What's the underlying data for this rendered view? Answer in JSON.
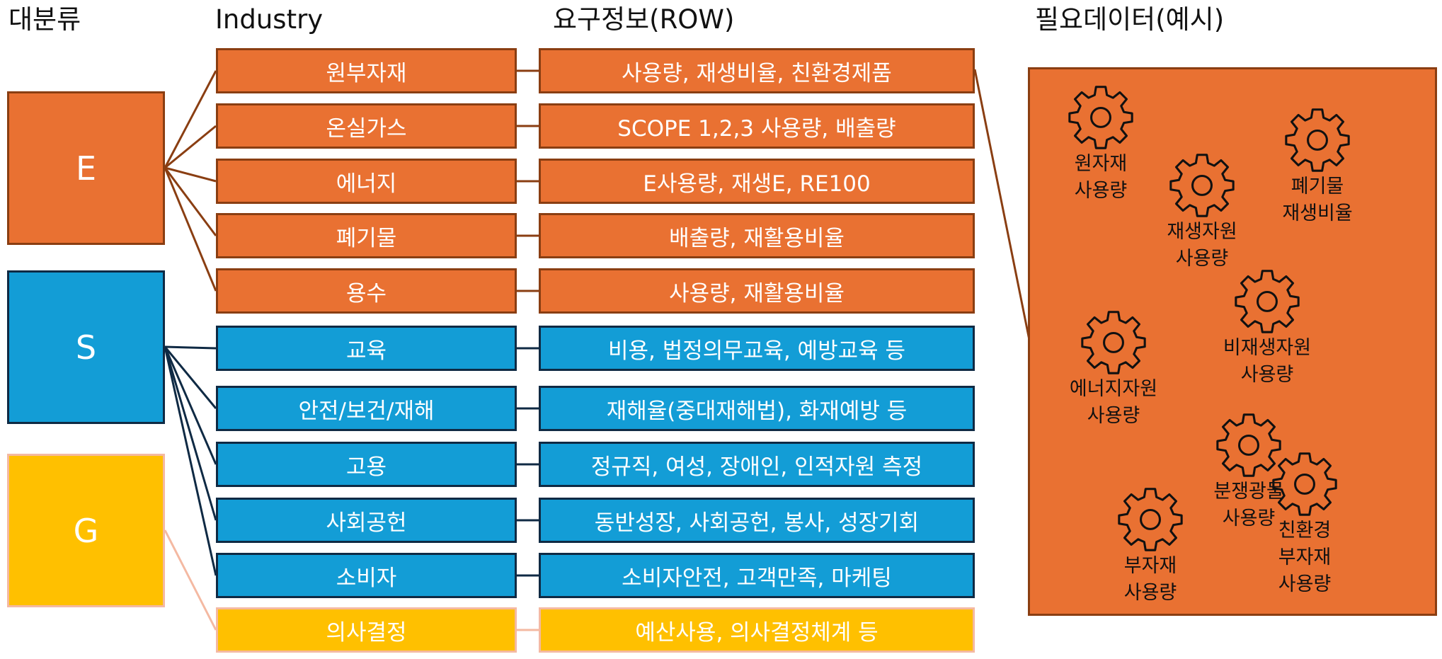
{
  "headers": {
    "category": "대분류",
    "industry": "Industry",
    "row": "요구정보(ROW)",
    "data": "필요데이터(예시)"
  },
  "categories": [
    {
      "label": "E"
    },
    {
      "label": "S"
    },
    {
      "label": "G"
    }
  ],
  "rows": [
    {
      "group": "E",
      "industry": "원부자재",
      "info": "사용량, 재생비율, 친환경제품"
    },
    {
      "group": "E",
      "industry": "온실가스",
      "info": "SCOPE 1,2,3 사용량, 배출량"
    },
    {
      "group": "E",
      "industry": "에너지",
      "info": "E사용량, 재생E, RE100"
    },
    {
      "group": "E",
      "industry": "폐기물",
      "info": "배출량, 재활용비율"
    },
    {
      "group": "E",
      "industry": "용수",
      "info": "사용량, 재활용비율"
    },
    {
      "group": "S",
      "industry": "교육",
      "info": "비용, 법정의무교육, 예방교육 등"
    },
    {
      "group": "S",
      "industry": "안전/보건/재해",
      "info": "재해율(중대재해법), 화재예방 등"
    },
    {
      "group": "S",
      "industry": "고용",
      "info": "정규직, 여성, 장애인, 인적자원 측정"
    },
    {
      "group": "S",
      "industry": "사회공헌",
      "info": "동반성장, 사회공헌, 봉사, 성장기회"
    },
    {
      "group": "S",
      "industry": "소비자",
      "info": "소비자안전, 고객만족, 마케팅"
    },
    {
      "group": "G",
      "industry": "의사결정",
      "info": "예산사용, 의사결정체계 등"
    }
  ],
  "data_items": [
    {
      "label": "원자재\n사용량"
    },
    {
      "label": "재생자원\n사용량"
    },
    {
      "label": "폐기물\n재생비율"
    },
    {
      "label": "비재생자원\n사용량"
    },
    {
      "label": "에너지자원\n사용량"
    },
    {
      "label": "분쟁광물\n사용량"
    },
    {
      "label": "부자재\n사용량"
    },
    {
      "label": "친환경\n부자재\n사용량"
    }
  ],
  "colors": {
    "E_fill": "#E97132",
    "E_border": "#8A3E12",
    "S_fill": "#139DD6",
    "S_border": "#0F2A44",
    "G_fill": "#FFC000",
    "G_border": "#F4B9A2"
  },
  "icons": {
    "data_item": "gear-icon"
  }
}
